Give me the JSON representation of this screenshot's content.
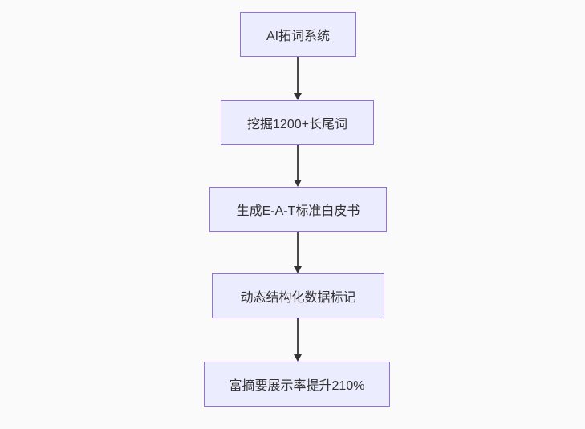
{
  "diagram": {
    "type": "flowchart",
    "direction": "top-down",
    "nodes": [
      {
        "label": "AI拓词系统"
      },
      {
        "label": "挖掘1200+长尾词"
      },
      {
        "label": "生成E-A-T标准白皮书"
      },
      {
        "label": "动态结构化数据标记"
      },
      {
        "label": "富摘要展示率提升210%"
      }
    ],
    "edges": [
      {
        "from": 0,
        "to": 1
      },
      {
        "from": 1,
        "to": 2
      },
      {
        "from": 2,
        "to": 3
      },
      {
        "from": 3,
        "to": 4
      }
    ],
    "colors": {
      "node_fill": "#ECECFF",
      "node_border": "#9370DB",
      "arrow": "#333333",
      "text": "#333333",
      "background": "#fafafa"
    }
  }
}
